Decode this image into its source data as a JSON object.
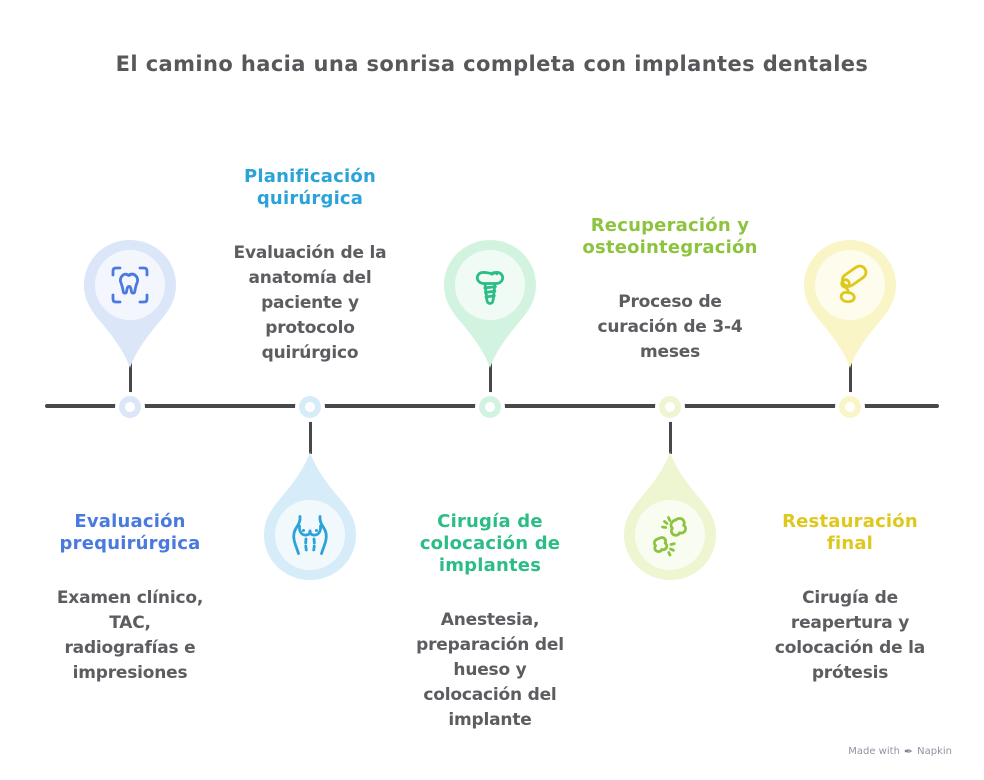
{
  "title": "El camino hacia una sonrisa completa con implantes dentales",
  "timeline": {
    "line_color": "#48484c"
  },
  "nodes": [
    {
      "heading": "Evaluación\nprequirúrgica",
      "body": "Examen clínico,\nTAC,\nradiografías e\nimpresiones",
      "accent_color": "#4a79e0",
      "fill_color": "#dbe6f9",
      "icon": "tooth-scan-icon",
      "pin_position": "above-line"
    },
    {
      "heading": "Planificación\nquirúrgica",
      "body": "Evaluación de la\nanatomía del\npaciente y\nprotocolo\nquirúrgico",
      "accent_color": "#2ba3d8",
      "fill_color": "#d6edf9",
      "icon": "patient-anatomy-icon",
      "pin_position": "below-line"
    },
    {
      "heading": "Cirugía de\ncolocación de\nimplantes",
      "body": "Anestesia,\npreparación del\nhueso y\ncolocación del\nimplante",
      "accent_color": "#2cbd87",
      "fill_color": "#d3f3e1",
      "icon": "dental-implant-icon",
      "pin_position": "above-line"
    },
    {
      "heading": "Recuperación y\nosteointegración",
      "body": "Proceso de\ncuración de 3-4\nmeses",
      "accent_color": "#8dc43f",
      "fill_color": "#edf5d1",
      "icon": "osteointegration-icon",
      "pin_position": "below-line"
    },
    {
      "heading": "Restauración\nfinal",
      "body": "Cirugía de\nreapertura y\ncolocación de la\nprótesis",
      "accent_color": "#dfc81e",
      "fill_color": "#faf5c7",
      "icon": "prosthesis-icon",
      "pin_position": "above-line"
    }
  ],
  "watermark": {
    "prefix": "Made with",
    "brand": "Napkin",
    "icon": "pen-icon"
  }
}
